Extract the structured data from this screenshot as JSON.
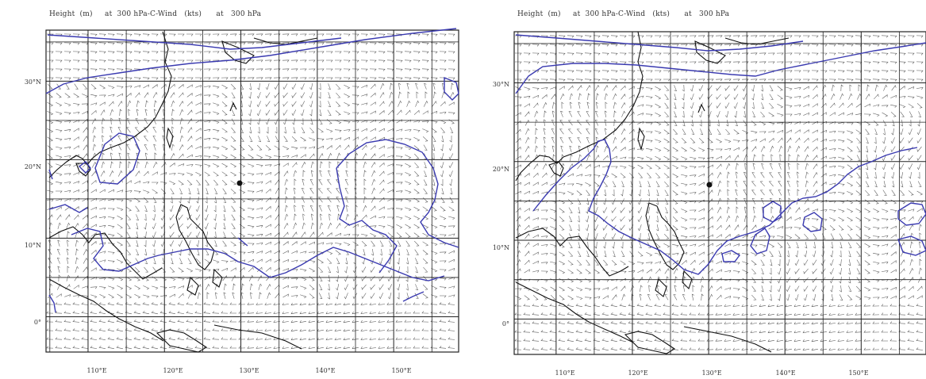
{
  "panels": [
    {
      "title": "Height  (m)     at  300 hPa-C-Wind   (kts)      at   300 hPa",
      "lat_labels": [
        "30°N",
        "20°N",
        "10°N",
        "0°"
      ],
      "lon_labels": [
        "110°E",
        "120°E",
        "130°E",
        "140°E",
        "150°E"
      ]
    },
    {
      "title": "Height  (m)     at  300 hPa-C-Wind   (kts)      at   300 hPa",
      "lat_labels": [
        "30°N",
        "20°N",
        "10°N",
        "0°"
      ],
      "lon_labels": [
        "110°E",
        "120°E",
        "130°E",
        "140°E",
        "150°E"
      ]
    }
  ],
  "map": {
    "lon_range": [
      104.5,
      158.5
    ],
    "lat_range": [
      -4.5,
      36.5
    ],
    "lat_ticks": [
      30,
      20,
      10,
      0
    ],
    "lon_ticks": [
      110,
      120,
      130,
      140,
      150
    ]
  },
  "colors": {
    "contour": "#3a3ab0",
    "coastline": "#111111",
    "wind_barb": "#555555",
    "grid": "#222222"
  }
}
